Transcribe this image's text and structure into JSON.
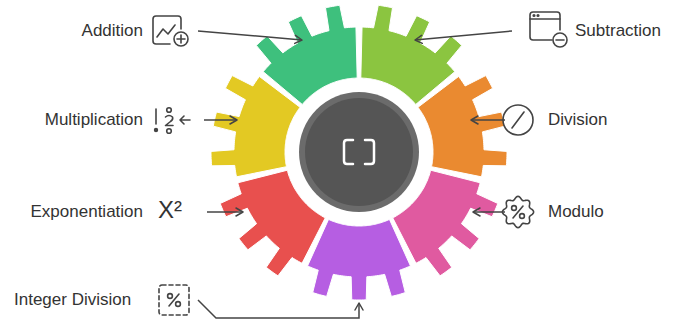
{
  "diagram": {
    "labels": [
      "Addition",
      "Subtraction",
      "Multiplication",
      "Division",
      "Exponentiation",
      "X²",
      "Modulo",
      "Integer Division"
    ]
  }
}
